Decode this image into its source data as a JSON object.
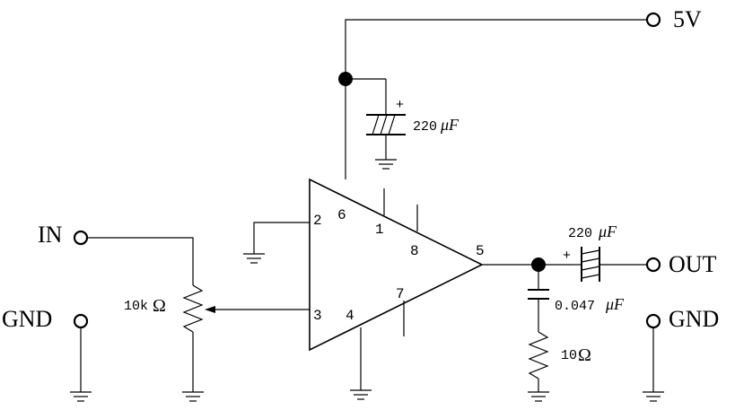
{
  "labels": {
    "supply": "5V",
    "input": "IN",
    "output": "OUT",
    "gnd_left": "GND",
    "gnd_right": "GND"
  },
  "components": {
    "c_supply": {
      "value": "220",
      "unit": "μF",
      "polarity": "+"
    },
    "c_output": {
      "value": "220",
      "unit": "μF",
      "polarity": "+"
    },
    "c_zobel": {
      "value": "0.047",
      "unit": "μF"
    },
    "r_pot": {
      "value": "10k",
      "unit": "Ω"
    },
    "r_zobel": {
      "value": "10",
      "unit": "Ω"
    }
  },
  "pins": {
    "p1": "1",
    "p2": "2",
    "p3": "3",
    "p4": "4",
    "p5": "5",
    "p6": "6",
    "p7": "7",
    "p8": "8"
  },
  "colors": {
    "ink": "#000000",
    "background": "#ffffff"
  }
}
